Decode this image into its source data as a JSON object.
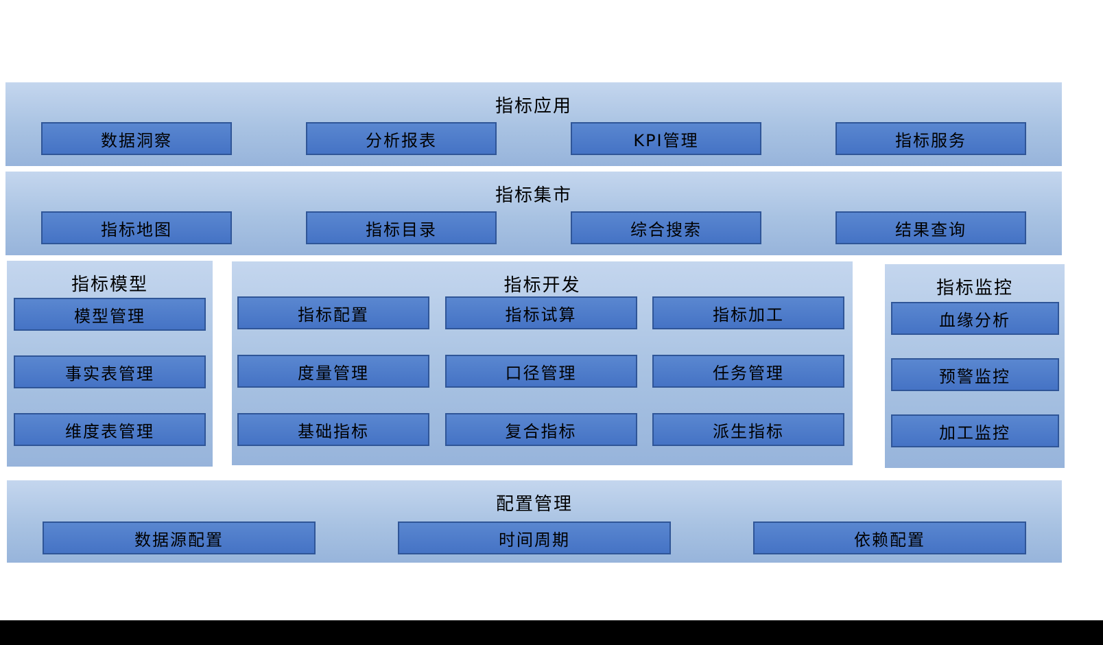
{
  "page": {
    "background": "#ffffff",
    "footer_bar_color": "#000000"
  },
  "colors": {
    "panel_gradient_top": "#c4d6ee",
    "panel_gradient_bottom": "#97b4db",
    "box_fill": "#4573c5",
    "box_border": "#2f5597",
    "text": "#000000"
  },
  "sections": {
    "application": {
      "title": "指标应用",
      "items": [
        "数据洞察",
        "分析报表",
        "KPI管理",
        "指标服务"
      ]
    },
    "market": {
      "title": "指标集市",
      "items": [
        "指标地图",
        "指标目录",
        "综合搜索",
        "结果查询"
      ]
    },
    "model": {
      "title": "指标模型",
      "items": [
        "模型管理",
        "事实表管理",
        "维度表管理"
      ]
    },
    "development": {
      "title": "指标开发",
      "items": [
        "指标配置",
        "指标试算",
        "指标加工",
        "度量管理",
        "口径管理",
        "任务管理",
        "基础指标",
        "复合指标",
        "派生指标"
      ]
    },
    "monitoring": {
      "title": "指标监控",
      "items": [
        "血缘分析",
        "预警监控",
        "加工监控"
      ]
    },
    "configuration": {
      "title": "配置管理",
      "items": [
        "数据源配置",
        "时间周期",
        "依赖配置"
      ]
    }
  }
}
